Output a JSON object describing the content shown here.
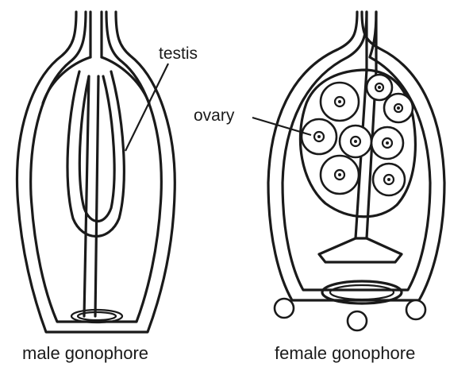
{
  "labels": {
    "testis": "testis",
    "ovary": "ovary",
    "male_caption": "male gonophore",
    "female_caption": "female gonophore"
  },
  "colors": {
    "ink": "#1a1a1a",
    "background": "#ffffff"
  }
}
